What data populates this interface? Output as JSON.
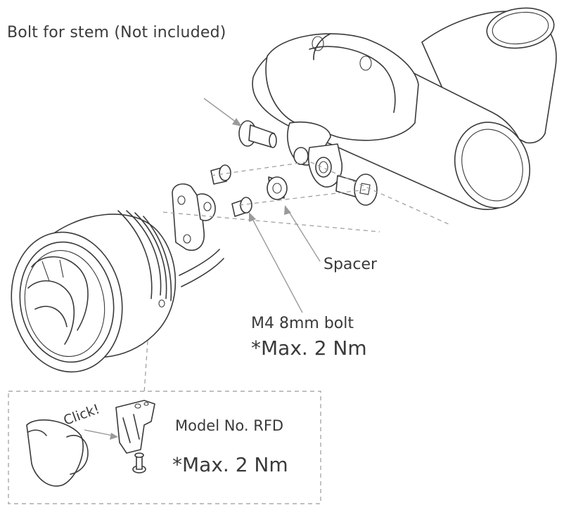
{
  "labels": {
    "bolt_for_stem": "Bolt for stem (Not included)",
    "spacer": "Spacer",
    "m4_bolt": "M4 8mm bolt",
    "max_torque_main": "*Max. 2 Nm",
    "model_no": "Model No. RFD",
    "max_torque_inset": "*Max. 2 Nm",
    "click": "Click!"
  },
  "colors": {
    "line": "#3a3a3a",
    "leader": "#9a9a9a",
    "background": "#ffffff"
  }
}
